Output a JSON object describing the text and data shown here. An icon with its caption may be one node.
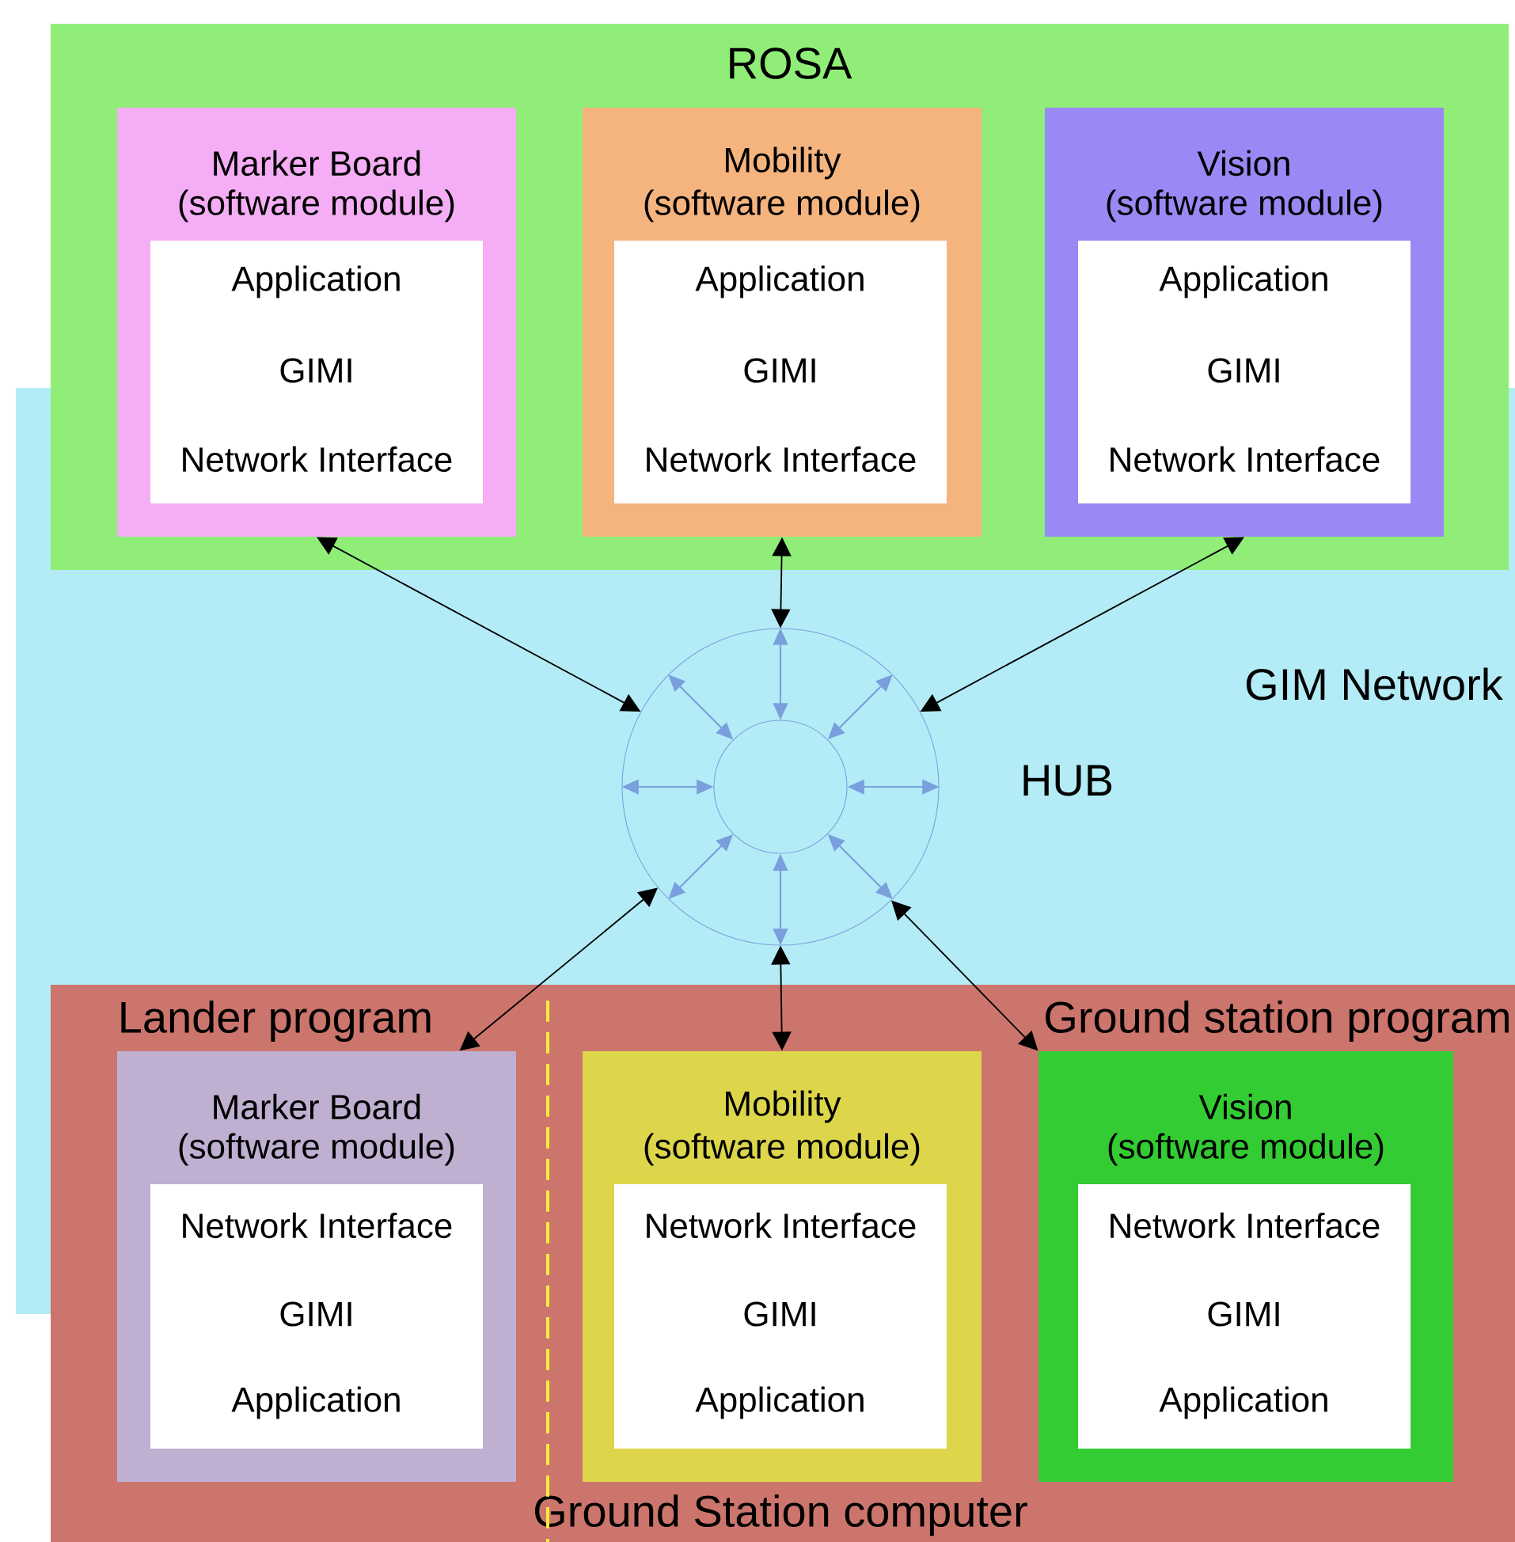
{
  "diagram": {
    "nodes": [
      {
        "text": [
          "GIM Network"
        ]
      },
      {
        "text": [
          "ROSA"
        ]
      },
      {
        "text": [
          "Marker Board",
          "(software module)"
        ],
        "in": 1
      },
      {
        "text": [
          "Application",
          "GIMI",
          "Network Interface"
        ],
        "in": 2
      },
      {
        "text": [
          "Mobility",
          "(software module)"
        ],
        "in": 1
      },
      {
        "text": [
          "Application",
          "GIMI",
          "Network Interface"
        ],
        "in": 4
      },
      {
        "text": [
          "Vision",
          "(software module)"
        ],
        "in": 1
      },
      {
        "text": [
          "Application",
          "GIMI",
          "Network Interface"
        ],
        "in": 6
      },
      {
        "text": [],
        "shape": "circle",
        "beside": [
          "HUB"
        ],
        "in": 0
      },
      {
        "text": [],
        "shape": "circle",
        "in": 8
      },
      {
        "text": [
          "Lander program",
          "Ground station program",
          "Ground Station computer"
        ]
      },
      {
        "text": [
          "Marker Board",
          "(software module)"
        ],
        "in": 10
      },
      {
        "text": [
          "Network Interface",
          "GIMI",
          "Application"
        ],
        "in": 11
      },
      {
        "text": [
          "Mobility",
          "(software module)"
        ],
        "in": 10
      },
      {
        "text": [
          "Network Interface",
          "GIMI",
          "Application"
        ],
        "in": 13
      },
      {
        "text": [
          "Vision",
          "(software module)"
        ],
        "in": 10
      },
      {
        "text": [
          "Network Interface",
          "GIMI",
          "Application"
        ],
        "in": 15
      }
    ],
    "edges": [
      {
        "from": 2,
        "to": 8,
        "arrow": "both",
        "color": "#000000"
      },
      {
        "from": 4,
        "to": 8,
        "arrow": "both",
        "color": "#000000"
      },
      {
        "from": 6,
        "to": 8,
        "arrow": "both",
        "color": "#000000"
      },
      {
        "from": 8,
        "to": 11,
        "arrow": "both",
        "color": "#000000"
      },
      {
        "from": 8,
        "to": 13,
        "arrow": "both",
        "color": "#000000"
      },
      {
        "from": 8,
        "to": 15,
        "arrow": "both",
        "color": "#000000"
      },
      {
        "from": 9,
        "to": 8,
        "arrow": "both"
      },
      {
        "from": 9,
        "to": 8,
        "arrow": "both"
      },
      {
        "from": 9,
        "to": 8,
        "arrow": "both"
      },
      {
        "from": 9,
        "to": 8,
        "arrow": "both"
      },
      {
        "from": 9,
        "to": 8,
        "arrow": "both"
      },
      {
        "from": 9,
        "to": 8,
        "arrow": "both"
      },
      {
        "from": 9,
        "to": 8,
        "arrow": "both"
      },
      {
        "from": 9,
        "to": 8,
        "arrow": "both"
      }
    ]
  }
}
